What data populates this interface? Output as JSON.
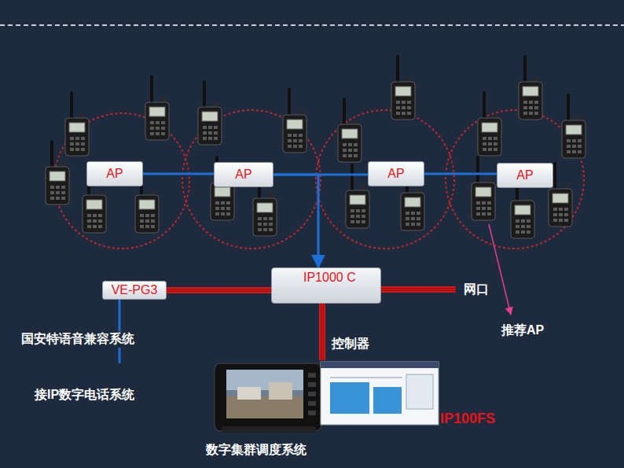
{
  "diagram": {
    "nodes": [
      {
        "text": [
          "AP"
        ]
      },
      {
        "text": [
          "AP"
        ]
      },
      {
        "text": [
          "AP"
        ]
      },
      {
        "text": [
          "AP"
        ]
      },
      {
        "text": [
          "VE-PG3"
        ]
      },
      {
        "text": [
          "IP1000 C"
        ]
      },
      {
        "text": [
          "IP100FS",
          "数字集群调度系统"
        ]
      }
    ],
    "edges": [
      {
        "from": 0,
        "to": 1,
        "arrow": "none"
      },
      {
        "from": 1,
        "to": 2,
        "arrow": "none"
      },
      {
        "from": 2,
        "to": 3,
        "arrow": "none"
      },
      {
        "from": 1,
        "to": 5,
        "arrow": "to"
      },
      {
        "from": 4,
        "to": 5,
        "arrow": "none"
      },
      {
        "from": 5,
        "to": 6,
        "arrow": "none",
        "label": "控制器"
      }
    ],
    "labels": [
      "网口",
      "推荐AP",
      "国安特语音兼容系统",
      "接IP数字电话系统"
    ]
  }
}
